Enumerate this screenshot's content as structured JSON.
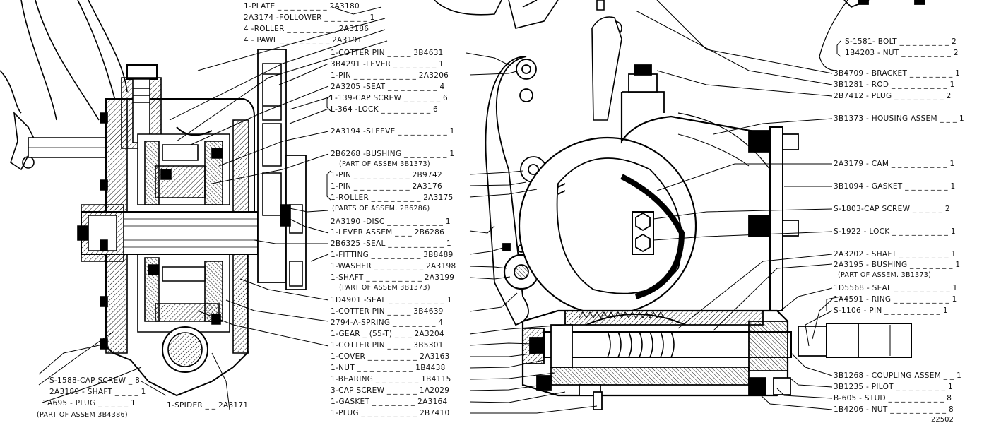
{
  "labels_center": [
    "1-PLATE _ _ _ _ _ _ _ _ 2A3180",
    "2A3174 -FOLLOWER _ _ _ _ _ _ _ 1",
    "4 -ROLLER _ _ _ _ _ _ _ _ 2A3186",
    "4 - PAWL _ _ _ _ _ _ _ _ 2A3191",
    "1-COTTER PIN _ _ _ _ 3B4631",
    "3B4291 -LEVER _ _ _ _ _ _ _ 1",
    "1-PIN _ _ _ _ _ _ _ _ _ _ 2A3206",
    "2A3205 -SEAT _ _ _ _ _ _ _ _ 4",
    "L-139-CAP SCREW _ _ _ _ _ _ 6",
    "L-364 -LOCK _ _ _ _ _ _ _ _ 6",
    "2A3194 -SLEEVE _ _ _ _ _ _ _ _ 1",
    "2B6268 -BUSHING _ _ _ _ _ _ _ 1",
    "(PART OF ASSEM 3B1373)",
    "1-PIN _ _ _ _ _ _ _ _ _ 2B9742",
    "1-PIN _ _ _ _ _ _ _ _ _ 2A3176",
    "1-ROLLER _ _ _ _ _ _ _ _ 2A3175",
    "(PARTS OF ASSEM. 2B6286)",
    "2A3190 -DISC _ _ _ _ _ _ _ _ _ 1",
    "1-LEVER ASSEM _ _ _ 2B6286",
    "2B6325 -SEAL _ _ _ _ _ _ _ _ _ 1",
    "1-FITTING _ _ _ _ _ _ _ _ 3B8489",
    "1-WASHER _ _ _ _ _ _ _ _ 2A3198",
    "1-SHAFT _ _ _ _ _ _ _ _ _ 2A3199",
    "(PART OF ASSEM 3B1373)",
    "1D4901 -SEAL _ _ _ _ _ _ _ _ _ 1",
    "1-COTTER PIN _ _ _ _ 3B4639",
    "2794-A-SPRING _ _ _ _ _ _ _ 4",
    "1-GEAR _ (55-T) _ _ _ 2A3204",
    "1-COTTER PIN _ _ _ _ 3B5301",
    "1-COVER _ _ _ _ _ _ _ _ 2A3163",
    "1-NUT _ _ _ _ _ _ _ _ _ 1B4438",
    "1-BEARING _ _ _ _ _ _ _ 1B4115",
    "3-CAP SCREW _ _ _ _ _ 1A2029",
    "1-GASKET _ _ _ _ _ _ _ 2A3164",
    "1-PLUG _ _ _ _ _ _ _ _ _ 2B7410"
  ],
  "labels_right": [
    "S-1581- BOLT _ _ _ _ _ _ _ _ 2",
    "1B4203 - NUT _ _ _ _ _ _ _ _ 2",
    "3B4709 - BRACKET _ _ _ _ _ _ _ 1",
    "3B1281 - ROD _ _ _ _ _ _ _ _ _ 1",
    "2B7412 - PLUG _ _ _ _ _ _ _ _ 2",
    "3B1373 - HOUSING ASSEM _ _ _ 1",
    "2A3179 - CAM _ _ _ _ _ _ _ _ _ 1",
    "3B1094 - GASKET _ _ _ _ _ _ _ 1",
    "S-1803-CAP SCREW _ _ _ _ _ 2",
    "S-1922 - LOCK _ _ _ _ _ _ _ _ _ 1",
    "2A3202 - SHAFT _ _ _ _ _ _ _ _ 1",
    "2A3195 - BUSHING _ _ _ _ _ _ _ 1",
    "(PART OF ASSEM. 3B1373)",
    "1D5568 - SEAL _ _ _ _ _ _ _ _ _ 1",
    "1A4591 - RING _ _ _ _ _ _ _ _ _ 1",
    "S-1106 - PIN _ _ _ _ _ _ _ _ _ 1",
    "3B1268 - COUPLING ASSEM _ _ 1",
    "3B1235 - PILOT _ _ _ _ _ _ _ _ 1",
    "B-605 - STUD _ _ _ _ _ _ _ _ _ 8",
    "1B4206 - NUT _ _ _ _ _ _ _ _ _ 8"
  ],
  "labels_left": [
    "S-1588-CAP SCREW _ 8",
    "2A3189 - SHAFT _ _ _ _ 1",
    "1A695 - PLUG _ _ _ _ _ 1",
    "(PART OF ASSEM 3B4386)",
    "1-SPIDER _ _ 2A3171"
  ],
  "figure_number": "22502"
}
